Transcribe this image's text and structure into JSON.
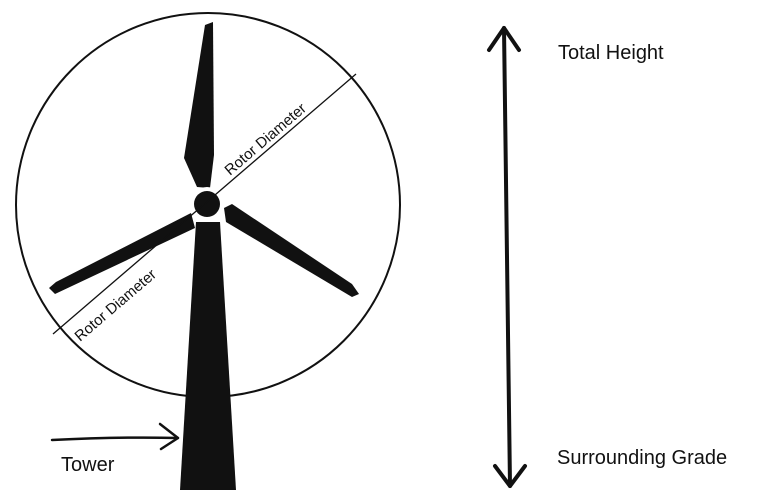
{
  "labels": {
    "rotor_diameter_upper": "Rotor Diameter",
    "rotor_diameter_lower": "Rotor Diameter",
    "total_height": "Total Height",
    "surrounding_grade": "Surrounding Grade",
    "tower": "Tower"
  },
  "colors": {
    "ink": "#111111",
    "background": "#ffffff"
  }
}
